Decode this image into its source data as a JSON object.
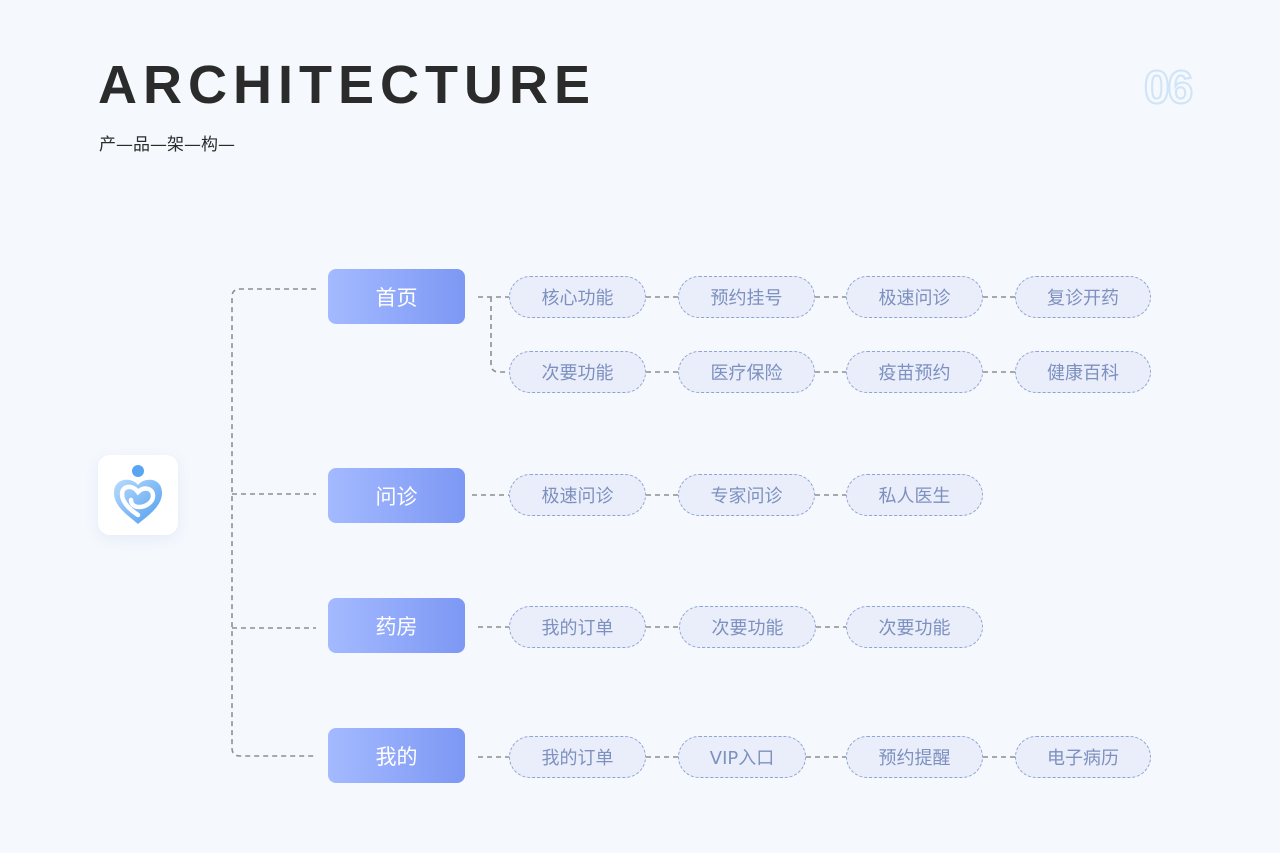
{
  "header": {
    "title": "ARCHITECTURE",
    "subtitle": "产—品—架—构—",
    "page_number": "06"
  },
  "app": {
    "icon": "heart-person-logo",
    "accent_color": "#7d98f4",
    "gradient_start": "#a4baff"
  },
  "branches": [
    {
      "label": "首页",
      "rows": [
        [
          "核心功能",
          "预约挂号",
          "极速问诊",
          "复诊开药"
        ],
        [
          "次要功能",
          "医疗保险",
          "疫苗预约",
          "健康百科"
        ]
      ]
    },
    {
      "label": "问诊",
      "rows": [
        [
          "极速问诊",
          "专家问诊",
          "私人医生"
        ]
      ]
    },
    {
      "label": "药房",
      "rows": [
        [
          "我的订单",
          "次要功能",
          "次要功能"
        ]
      ]
    },
    {
      "label": "我的",
      "rows": [
        [
          "我的订单",
          "VIP入口",
          "预约提醒",
          "电子病历"
        ]
      ]
    }
  ]
}
